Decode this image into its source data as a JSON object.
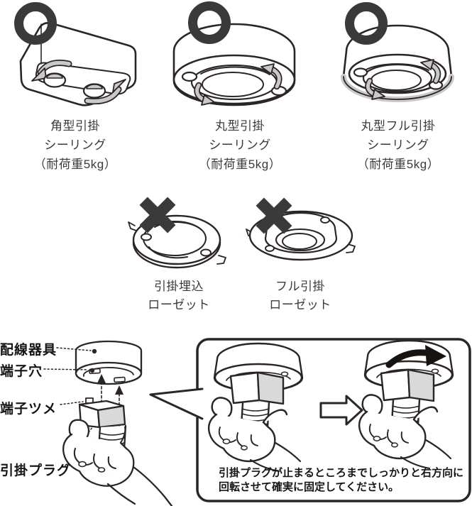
{
  "colors": {
    "line_art": "#2b2524",
    "mark": "#3a3a3a",
    "gray_fill": "#c9c9c9",
    "plug_side_gray": "#d9d9d9",
    "caption_text": "#3a3a3a",
    "label_text": "#151515",
    "background": "#ffffff"
  },
  "allowed": [
    {
      "mark": "circle-ok",
      "lines": [
        "角型引掛",
        "シーリング",
        "（耐荷重5kg）"
      ]
    },
    {
      "mark": "circle-ok",
      "lines": [
        "丸型引掛",
        "シーリング",
        "（耐荷重5kg）"
      ]
    },
    {
      "mark": "circle-ok",
      "lines": [
        "丸型フル引掛",
        "シーリング",
        "（耐荷重5kg）"
      ]
    }
  ],
  "not_allowed": [
    {
      "mark": "cross-ng",
      "lines": [
        "引掛埋込",
        "ローゼット"
      ]
    },
    {
      "mark": "cross-ng",
      "lines": [
        "フル引掛",
        "ローゼット"
      ]
    }
  ],
  "diagram_labels": {
    "wiring_device": "配線器具",
    "terminal_hole": "端子穴",
    "terminal_claw": "端子ツメ",
    "hook_plug": "引掛プラグ"
  },
  "note": {
    "line1": "引掛プラグが止まるところまでしっかりと右方向に",
    "line2": "回転させて確実に固定してください。"
  }
}
